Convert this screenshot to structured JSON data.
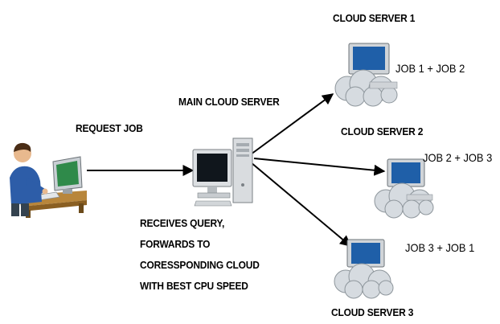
{
  "diagram": {
    "request_label": "REQUEST JOB",
    "main_server_label": "MAIN CLOUD SERVER",
    "main_server_description": [
      "RECEIVES QUERY,",
      "FORWARDS TO",
      "CORESSPONDING CLOUD",
      "WITH BEST CPU SPEED"
    ],
    "cloud_servers": [
      {
        "label": "CLOUD SERVER 1",
        "jobs": "JOB 1 + JOB 2"
      },
      {
        "label": "CLOUD SERVER 2",
        "jobs": "JOB 2 + JOB 3"
      },
      {
        "label": "CLOUD SERVER 3",
        "jobs": "JOB 3 + JOB 1"
      }
    ],
    "icons": {
      "user": "user-at-computer-icon",
      "main_server": "desktop-server-icon",
      "cloud_server": "cloud-computer-icon"
    },
    "colors": {
      "arrow": "#000000",
      "cloud": "#d6dbe0",
      "screen": "#1f5fa8",
      "text": "#000000"
    }
  }
}
